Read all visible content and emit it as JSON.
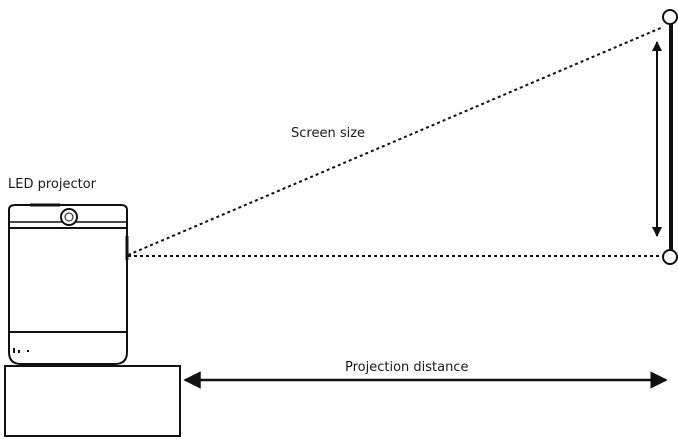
{
  "labels": {
    "projector": "LED projector",
    "screen_size": "Screen size",
    "projection_distance": "Projection distance"
  },
  "colors": {
    "line": "#111111",
    "background": "#ffffff"
  }
}
